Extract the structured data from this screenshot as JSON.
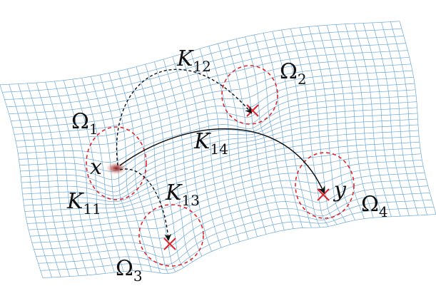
{
  "colors": {
    "mesh": "#6ea9d6",
    "circle": "#e0262b",
    "arrow": "#111111",
    "source_glow": "#8b1a1a",
    "target_cross": "#e0262b"
  },
  "regions": [
    {
      "id": "omega1",
      "base": "Ω",
      "sub": "1"
    },
    {
      "id": "omega2",
      "base": "Ω",
      "sub": "2"
    },
    {
      "id": "omega3",
      "base": "Ω",
      "sub": "3"
    },
    {
      "id": "omega4",
      "base": "Ω",
      "sub": "4"
    }
  ],
  "points": {
    "source": "x",
    "target": "y"
  },
  "kernels": [
    {
      "id": "k11",
      "base": "K",
      "sub": "11",
      "style": "self"
    },
    {
      "id": "k12",
      "base": "K",
      "sub": "12",
      "style": "dashed"
    },
    {
      "id": "k13",
      "base": "K",
      "sub": "13",
      "style": "dashed"
    },
    {
      "id": "k14",
      "base": "K",
      "sub": "14",
      "style": "solid"
    }
  ]
}
